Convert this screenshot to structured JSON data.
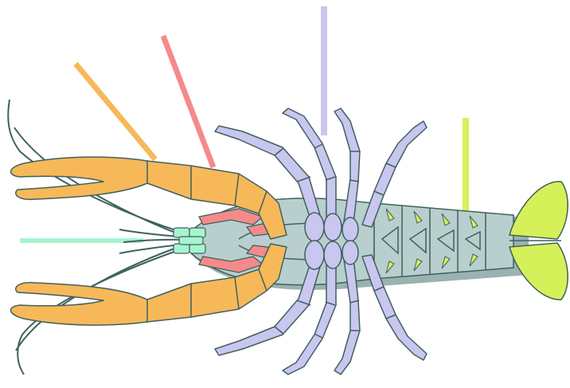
{
  "diagram": {
    "subject": "crayfish",
    "view": "ventral",
    "regions": [
      {
        "name": "antennae",
        "color": "#a6f5cf",
        "indicator": "teal-line"
      },
      {
        "name": "claws",
        "color": "#f7b85a",
        "indicator": "orange-line"
      },
      {
        "name": "mouthparts",
        "color": "#f58a8a",
        "indicator": "red-line"
      },
      {
        "name": "walking-legs",
        "color": "#c9c6ef",
        "indicator": "lavender-line"
      },
      {
        "name": "tail",
        "color": "#d6f05a",
        "indicator": "lime-line"
      }
    ],
    "body_color": "#b9cfcd",
    "outline_color": "#3f615e",
    "shadow_color": "#9ab2b0"
  }
}
